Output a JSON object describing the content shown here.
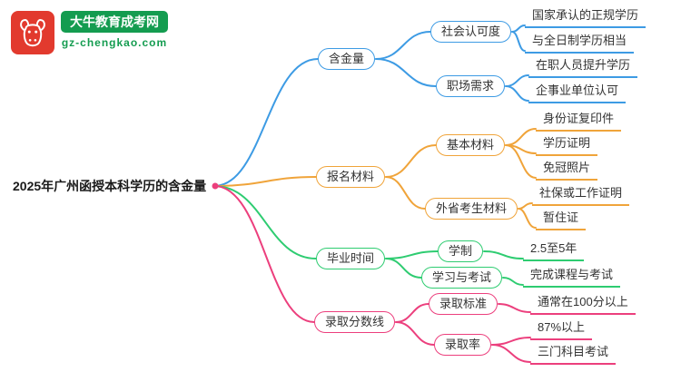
{
  "logo": {
    "site_name": "大牛教育成考网",
    "site_url": "gz-chengkao.com"
  },
  "root": {
    "label": "2025年广州函授本科学历的含金量"
  },
  "colors": {
    "branch_value": "#3d9be4",
    "branch_materials": "#f0a43a",
    "branch_graduation": "#2ecc71",
    "branch_admission": "#ec3f7d",
    "logo_red": "#e23a2e",
    "logo_green": "#149c50"
  },
  "branches": [
    {
      "label": "含金量",
      "color": "#3d9be4",
      "children": [
        {
          "label": "社会认可度",
          "children": [
            {
              "label": "国家承认的正规学历"
            },
            {
              "label": "与全日制学历相当"
            }
          ]
        },
        {
          "label": "职场需求",
          "children": [
            {
              "label": "在职人员提升学历"
            },
            {
              "label": "企事业单位认可"
            }
          ]
        }
      ]
    },
    {
      "label": "报名材料",
      "color": "#f0a43a",
      "children": [
        {
          "label": "基本材料",
          "children": [
            {
              "label": "身份证复印件"
            },
            {
              "label": "学历证明"
            },
            {
              "label": "免冠照片"
            }
          ]
        },
        {
          "label": "外省考生材料",
          "children": [
            {
              "label": "社保或工作证明"
            },
            {
              "label": "暂住证"
            }
          ]
        }
      ]
    },
    {
      "label": "毕业时间",
      "color": "#2ecc71",
      "children": [
        {
          "label": "学制",
          "children": [
            {
              "label": "2.5至5年"
            }
          ]
        },
        {
          "label": "学习与考试",
          "children": [
            {
              "label": "完成课程与考试"
            }
          ]
        }
      ]
    },
    {
      "label": "录取分数线",
      "color": "#ec3f7d",
      "children": [
        {
          "label": "录取标准",
          "children": [
            {
              "label": "通常在100分以上"
            }
          ]
        },
        {
          "label": "录取率",
          "children": [
            {
              "label": "87%以上"
            },
            {
              "label": "三门科目考试"
            }
          ]
        }
      ]
    }
  ]
}
